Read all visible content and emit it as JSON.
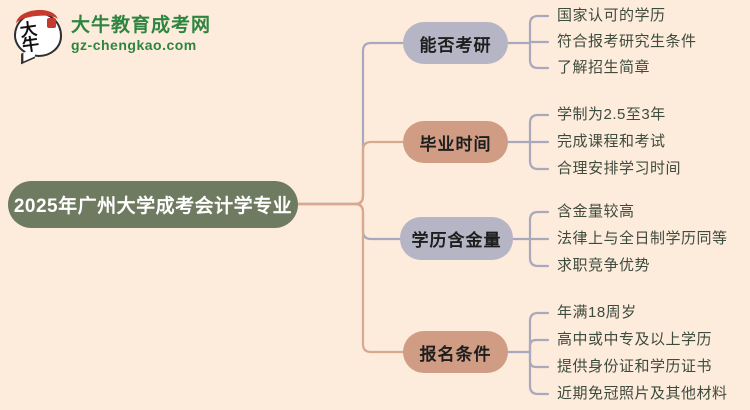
{
  "logo": {
    "bubble_text": "大牛",
    "title": "大牛教育成考网",
    "domain": "gz-chengkao.com"
  },
  "root": {
    "label": "2025年广州大学成考会计学专业"
  },
  "branches": [
    {
      "label": "能否考研",
      "color": "#b6b5c6",
      "leaves": [
        "国家认可的学历",
        "符合报考研究生条件",
        "了解招生简章"
      ]
    },
    {
      "label": "毕业时间",
      "color": "#d09d84",
      "leaves": [
        "学制为2.5至3年",
        "完成课程和考试",
        "合理安排学习时间"
      ]
    },
    {
      "label": "学历含金量",
      "color": "#b6b5c6",
      "leaves": [
        "含金量较高",
        "法律上与全日制学历同等",
        "求职竞争优势"
      ]
    },
    {
      "label": "报名条件",
      "color": "#d09d84",
      "leaves": [
        "年满18周岁",
        "高中或中专及以上学历",
        "提供身份证和学历证书",
        "近期免冠照片及其他材料"
      ]
    }
  ],
  "colors": {
    "background": "#fdebdc",
    "root_node": "#6f7b60",
    "root_text": "#ffffff",
    "branch_lavender": "#b6b5c6",
    "branch_salmon": "#d09d84",
    "connector_lavender": "#a9a8bc",
    "connector_salmon": "#d9a88e",
    "leaf_connector": "#a9a8bc",
    "leaf_text": "#3d4b3d",
    "logo_green": "#2e8540",
    "logo_red": "#c53a2e"
  }
}
